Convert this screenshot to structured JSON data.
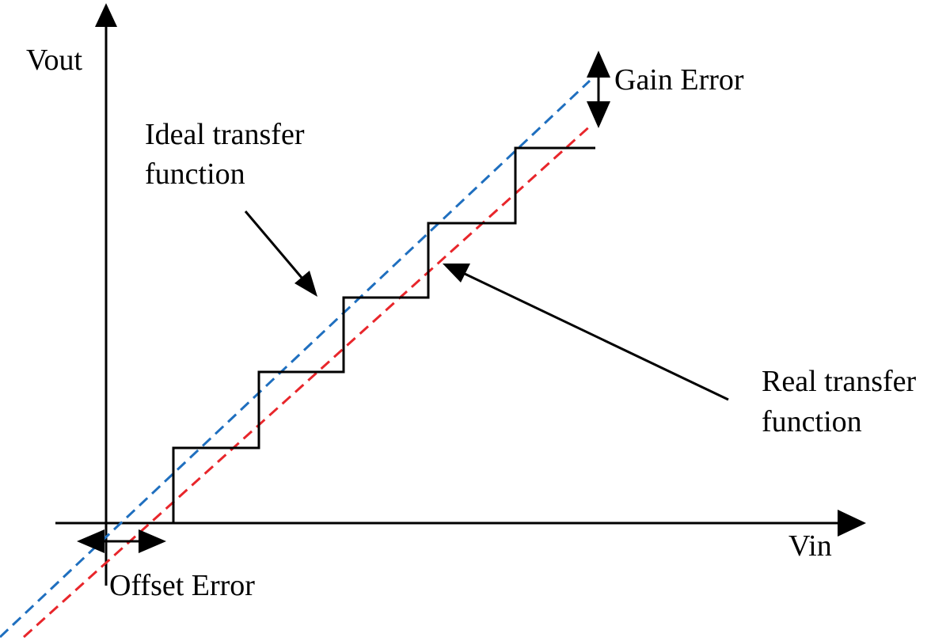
{
  "axes": {
    "y_label": "Vout",
    "x_label": "Vin"
  },
  "annotations": {
    "gain_error": "Gain Error",
    "offset_error": "Offset Error",
    "ideal_line1": "Ideal transfer",
    "ideal_line2": "function",
    "real_line1": "Real transfer",
    "real_line2": "function"
  },
  "colors": {
    "ideal": "#1f6fbf",
    "real": "#e8262b",
    "stair": "#000000",
    "axis": "#000000"
  }
}
